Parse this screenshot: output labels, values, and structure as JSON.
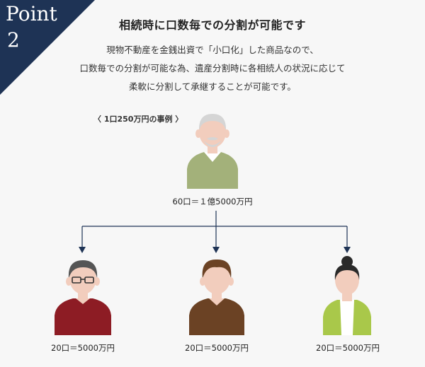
{
  "badge": {
    "word": "Point",
    "number": "2"
  },
  "title": "相続時に口数毎での分割が可能です",
  "description": [
    "現物不動産を金銭出資で「小口化」した商品なので、",
    "口数毎での分割が可能な為、遺産分割時に各相続人の状況に応じて",
    "柔軟に分割して承継することが可能です。"
  ],
  "example_label": "〈 1口250万円の事例 〉",
  "parent": {
    "label": "60口＝１億5000万円"
  },
  "heirs": [
    {
      "label": "20口＝5000万円"
    },
    {
      "label": "20口＝5000万円"
    },
    {
      "label": "20口＝5000万円"
    }
  ],
  "colors": {
    "badge": "#1e3355",
    "line": "#1e3355",
    "parent_shirt": "#a3b17a",
    "heir1_shirt": "#8d1c24",
    "heir2_shirt": "#6b4224",
    "heir3_shirt": "#a9c84a",
    "skin": "#f2cdbd",
    "gray_hair": "#d5d5d5",
    "dark_hair": "#555555",
    "brown_hair": "#6b4224",
    "black_hair": "#2a2a2a"
  }
}
